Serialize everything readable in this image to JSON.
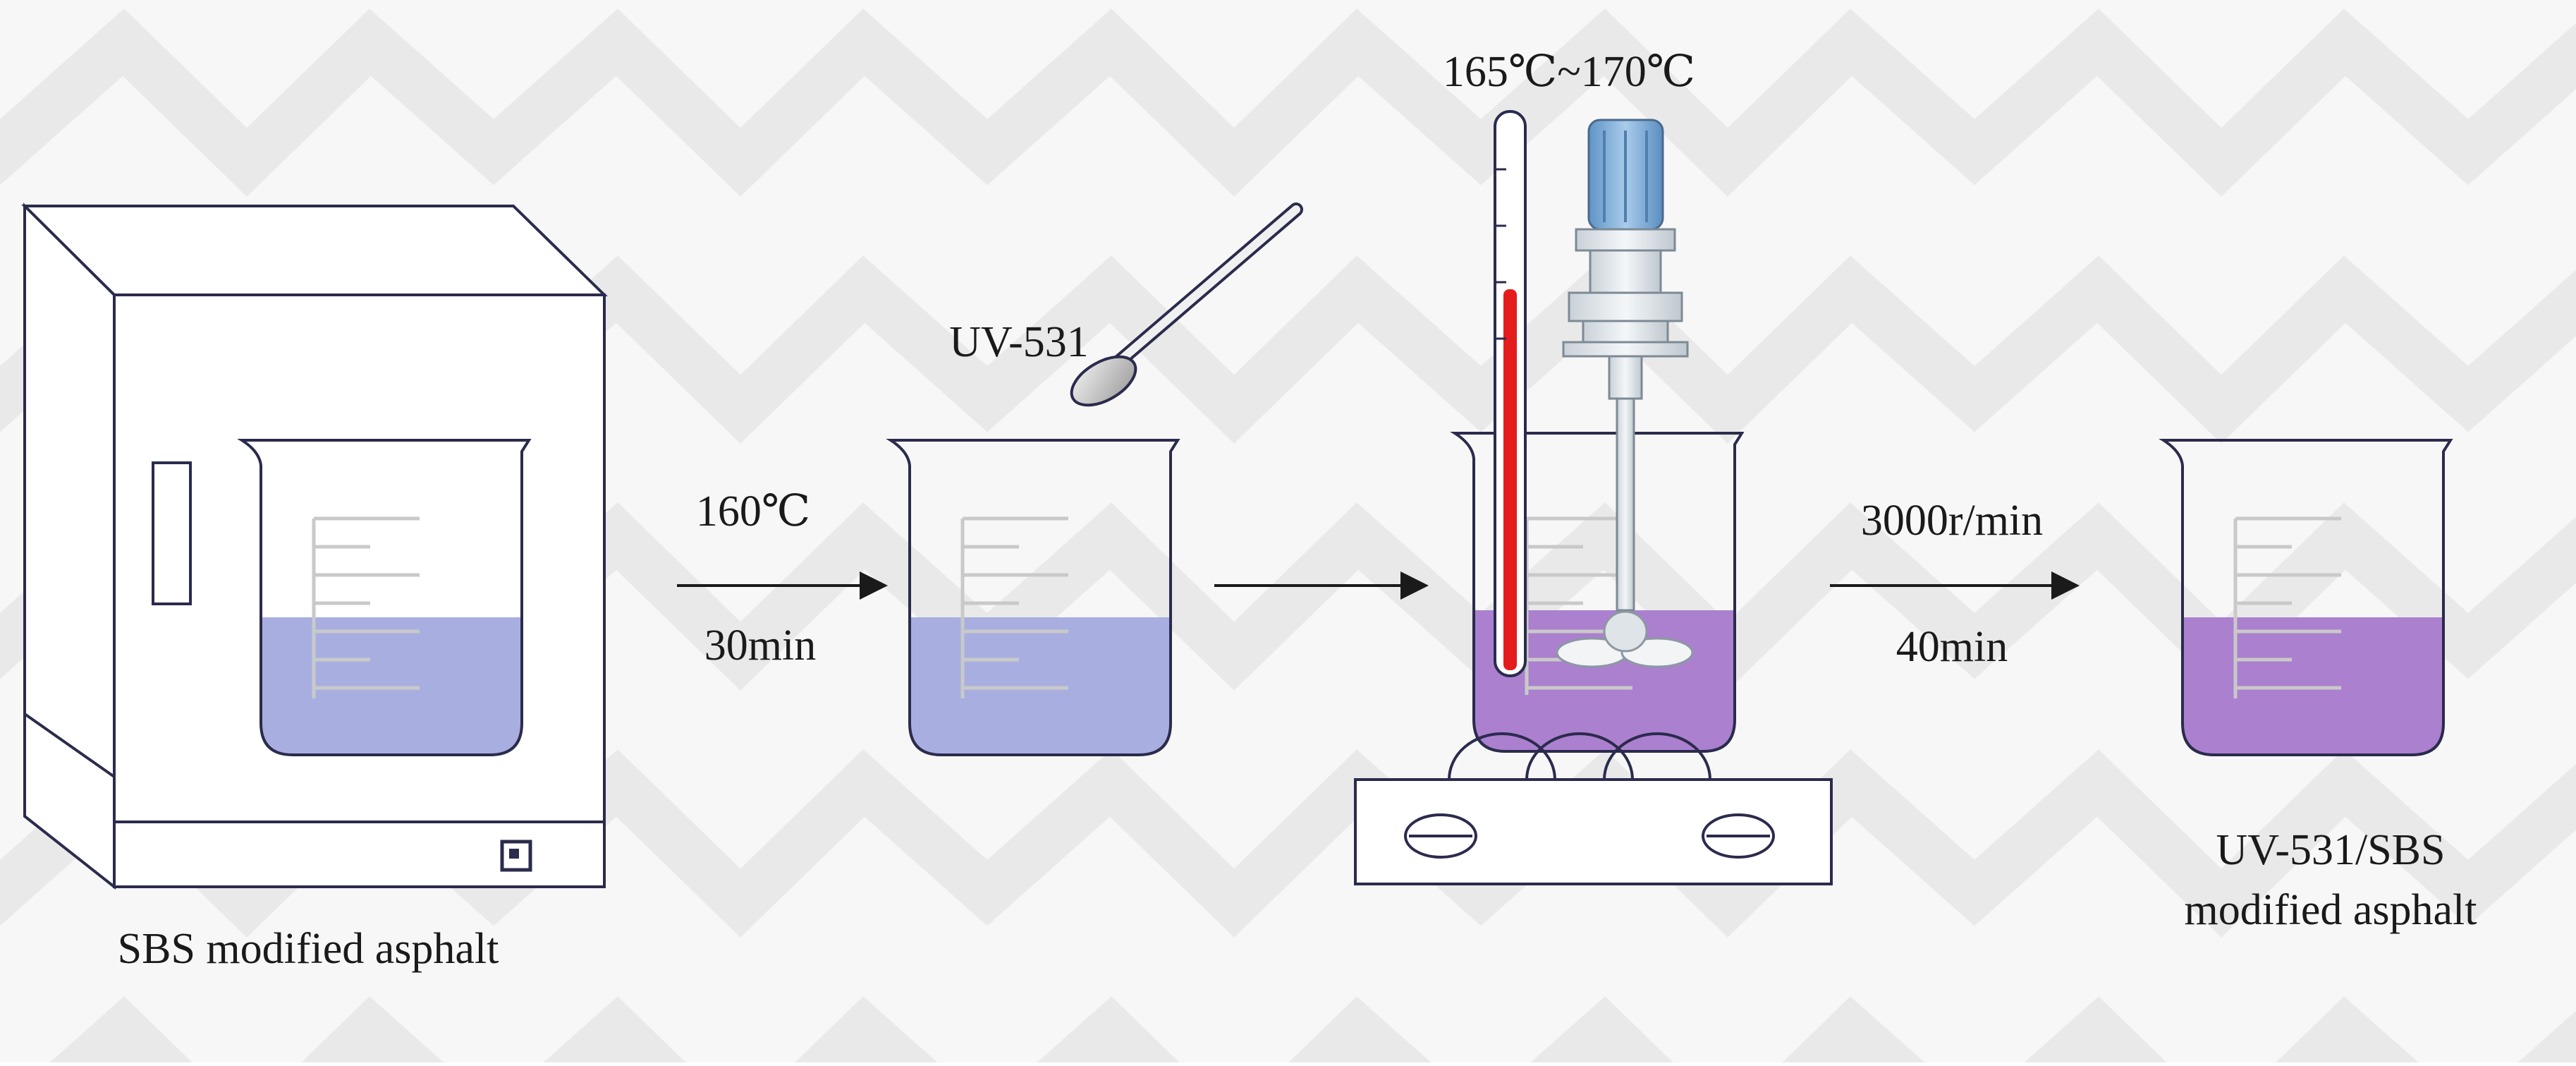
{
  "colors": {
    "background": "#f7f7f7",
    "chevron_pattern": "#e9e9e9",
    "outline": "#2b2b4d",
    "base_liquid": "#a8afe0",
    "modified_liquid": "#ab80cf",
    "thermometer_red": "#e51c1c",
    "stirrer_cap": "#7fb0dc",
    "stirrer_body": "#dde3e8"
  },
  "labels": {
    "oven": "SBS modified asphalt",
    "additive": "UV-531",
    "heating_temperature": "160℃",
    "heating_time": "30min",
    "reaction_temperature": "165℃~170℃",
    "stirring_speed": "3000r/min",
    "stirring_time": "40min",
    "product_line1": "UV-531/SBS",
    "product_line2": "modified asphalt"
  }
}
